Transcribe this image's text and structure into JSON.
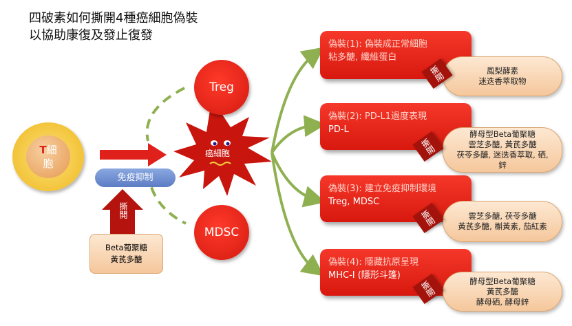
{
  "title": {
    "line1": "四破素如何撕開4種癌細胞偽裝",
    "line2": "以協助康復及發止復發"
  },
  "t_cell": {
    "t": "T",
    "rest": "細",
    "line2": "胞"
  },
  "immune_suppression": "免疫抑制",
  "tear_label": "撕開",
  "left_supplement": {
    "line1": "Beta葡聚糖",
    "line2": "黃芪多醣"
  },
  "treg": "Treg",
  "mdsc": "MDSC",
  "cancer_cell": "癌細胞",
  "disguises": [
    {
      "line1": "偽裝(1): 偽裝成正常細胞",
      "line2": "粘多醣, 纖維蛋白",
      "remedy": [
        "鳳梨酵素",
        "迷迭香萃取物"
      ]
    },
    {
      "line1": "偽裝(2): PD-L1過度表現",
      "line2": "PD-L",
      "remedy": [
        "酵母型Beta葡聚糖",
        "雲芝多醣, 黃芪多醣",
        "茯苓多醣, 迷迭香萃取, 硒,",
        "鋅"
      ]
    },
    {
      "line1": "偽裝(3): 建立免疫抑制環境",
      "line2": "Treg, MDSC",
      "remedy": [
        "雲芝多醣, 茯苓多醣",
        "黃芪多醣, 槲黃素, 茄紅素"
      ]
    },
    {
      "line1": "偽裝(4): 隱藏抗原呈現",
      "line2": "MHC-I (隱形斗篷)",
      "remedy": [
        "酵母型Beta葡聚糖",
        "黃芪多醣",
        "酵母硒, 酵母鋅"
      ]
    }
  ],
  "colors": {
    "red": "#e0201a",
    "green": "#8fb050",
    "blue": "#6f8fd0",
    "beige": "#f8d6b2",
    "yellow": "#f6c233"
  }
}
